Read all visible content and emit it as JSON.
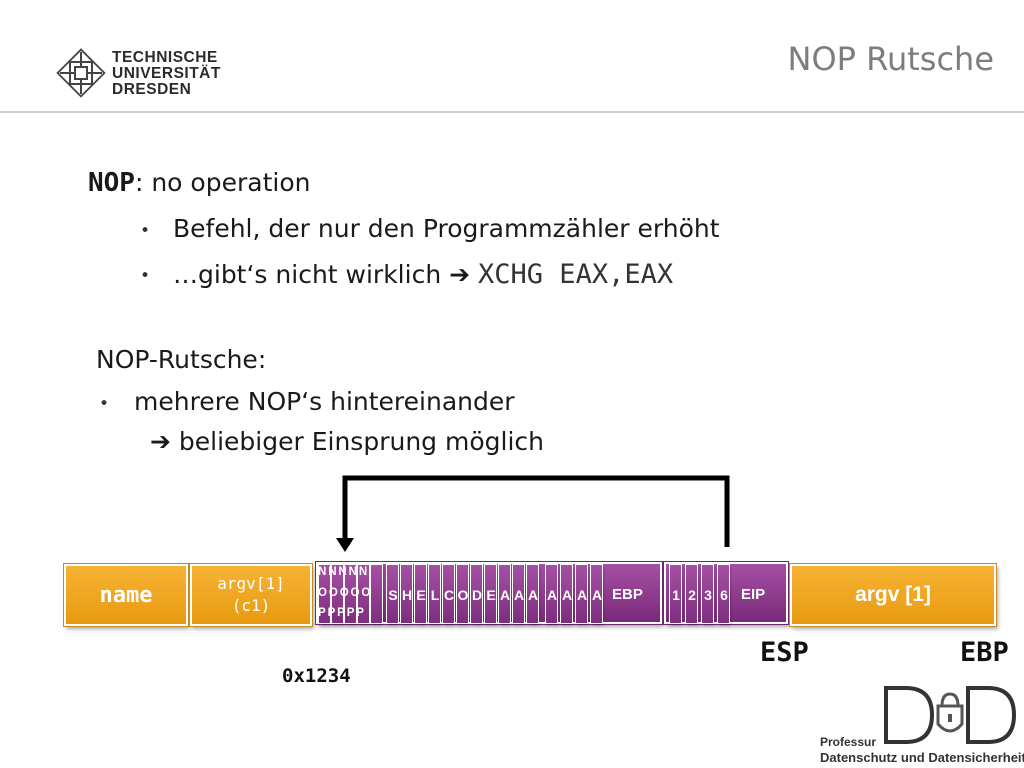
{
  "header": {
    "university_lines": [
      "TECHNISCHE",
      "UNIVERSITÄT",
      "DRESDEN"
    ],
    "title": "NOP Rutsche"
  },
  "content": {
    "nop_keyword": "NOP",
    "nop_definition": ": no operation",
    "bullets": [
      {
        "text": "Befehl, der nur den Programmzähler erhöht"
      },
      {
        "text": "…gibt‘s nicht wirklich ",
        "arrow": "➔",
        "code": "XCHG EAX,EAX"
      }
    ],
    "slide_heading": "NOP-Rutsche:",
    "slide_bullet": "mehrere NOP‘s hintereinander",
    "slide_result": "beliebiger Einsprung möglich",
    "result_arrow": "➔"
  },
  "diagram": {
    "name_label": "name",
    "argv_c1_line1": "argv[1]",
    "argv_c1_line2": "(c1)",
    "nop_rows": [
      "NNNNN",
      "OOOOO",
      "PPPPP"
    ],
    "shellcode_letters": [
      "S",
      "H",
      "E",
      "L",
      "C",
      "O",
      "D",
      "E",
      "A",
      "A",
      "A"
    ],
    "padding_letters": [
      "A",
      "A",
      "A",
      "A"
    ],
    "ebp_label": "EBP",
    "return_digits": [
      "1",
      "2",
      "3",
      "6"
    ],
    "eip_label": "EIP",
    "argv_label": "argv [1]",
    "esp_register": "ESP",
    "ebp_register": "EBP",
    "address": "0x1234"
  },
  "footer": {
    "chair_label": "Professur",
    "chair_name": "Datenschutz und Datensicherheit"
  },
  "colors": {
    "orange": "#f0a823",
    "purple": "#8c3a8c",
    "title_gray": "#7d7d7d"
  }
}
